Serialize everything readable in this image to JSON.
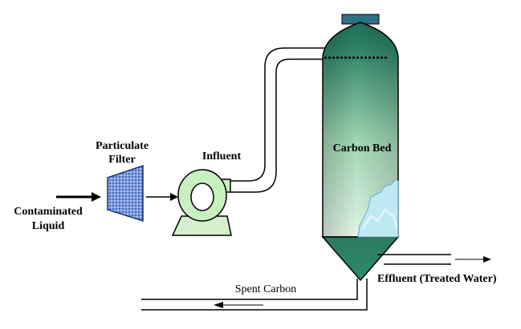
{
  "labels": {
    "contaminated_line1": "Contaminated",
    "contaminated_line2": "Liquid",
    "filter_line1": "Particulate",
    "filter_line2": "Filter",
    "influent": "Influent",
    "carbon_bed": "Carbon Bed",
    "effluent": "Effluent (Treated Water)",
    "spent_carbon": "Spent Carbon"
  },
  "colors": {
    "tank_light": "#d6f0de",
    "tank_dark": "#1f6d57",
    "pump_fill": "#c8efc0",
    "filter_fill": "#6f8fd8",
    "carbon_fill": "#bfe9f2",
    "cap_fill": "#2f6f86"
  }
}
